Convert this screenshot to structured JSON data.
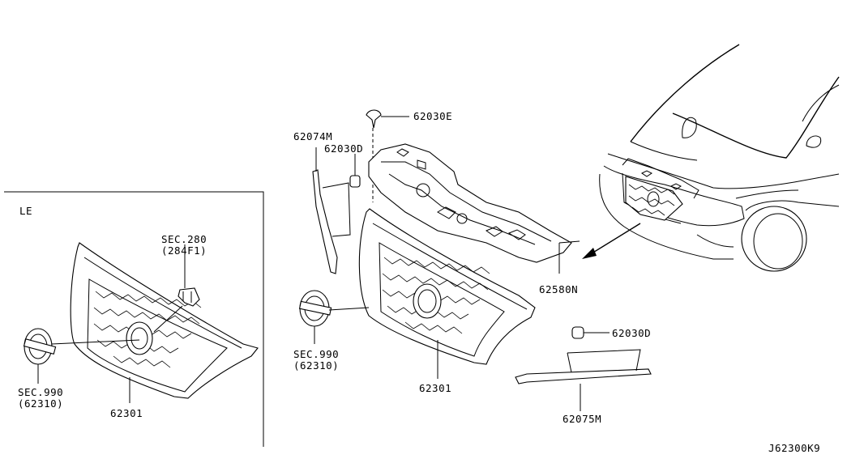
{
  "inset": {
    "title": "LE",
    "labels": {
      "sec280": "SEC.280",
      "sec280_sub": "(284F1)",
      "sec990": "SEC.990",
      "sec990_sub": "(62310)",
      "grille": "62301"
    }
  },
  "main": {
    "labels": {
      "clip_top": "62030E",
      "molding_left": "62074M",
      "clip_left": "62030D",
      "cover": "62580N",
      "sec990": "SEC.990",
      "sec990_sub": "(62310)",
      "grille": "62301",
      "clip_right": "62030D",
      "molding_bottom": "62075M"
    }
  },
  "diagram_code": "J62300K9"
}
